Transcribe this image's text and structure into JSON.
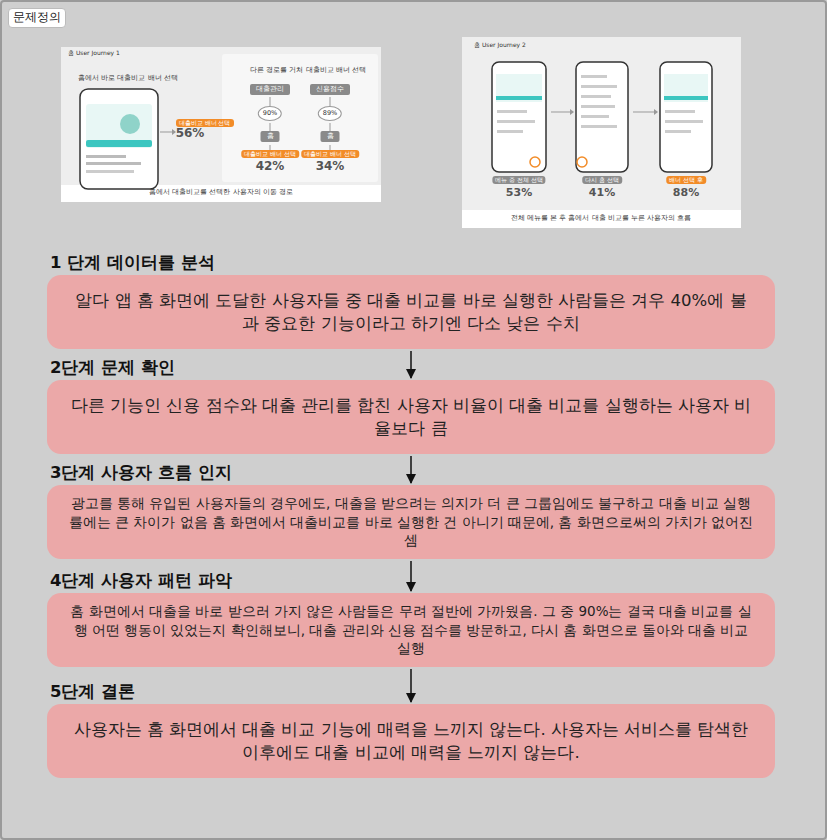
{
  "diagram": {
    "title": "문제정의",
    "nodes": [
      {
        "text": [
          "1 단계 데이터를 분석",
          "알다 앱 홈 화면에 도달한 사용자들 중 대출 비교를 바로 실행한 사람들은 겨우 40%에 불과 중요한 기능이라고 하기엔 다소 낮은 수치"
        ]
      },
      {
        "text": [
          "2단계 문제 확인",
          "다른 기능인 신용 점수와 대출 관리를 합친 사용자 비율이 대출 비교를 실행하는 사용자 비율보다 큼"
        ]
      },
      {
        "text": [
          "3단계 사용자 흐름 인지",
          "광고를 통해 유입된 사용자들의 경우에도, 대출을 받으려는 의지가 더 큰 그룹임에도 불구하고 대출 비교 실행률에는 큰 차이가 없음 홈 화면에서 대출비교를 바로 실행한 건 아니기 때문에, 홈 화면으로써의 가치가 없어진 셈"
        ]
      },
      {
        "text": [
          "4단계 사용자 패턴 파악",
          "홈 화면에서 대출을 바로 받으러 가지 않은 사람들은 무려 절반에 가까웠음. 그 중 90%는 결국 대출 비교를 실행 어떤 행동이 있었는지 확인해보니, 대출 관리와 신용 점수를 방문하고, 다시 홈 화면으로 돌아와 대출 비교 실행"
        ]
      },
      {
        "text": [
          "5단계 결론",
          "사용자는 홈 화면에서 대출 비교 기능에 매력을 느끼지 않는다. 사용자는 서비스를 탐색한 이후에도 대출 비교에 매력을 느끼지 않는다."
        ]
      }
    ],
    "edges": [
      {
        "from": 0,
        "to": 1,
        "arrow": "to"
      },
      {
        "from": 1,
        "to": 2,
        "arrow": "to"
      },
      {
        "from": 2,
        "to": 3,
        "arrow": "to"
      },
      {
        "from": 3,
        "to": 4,
        "arrow": "to"
      }
    ],
    "labels": [
      "홈 User Journey 1",
      "홈에서 바로 대출비교 배너 선택",
      "대출비교 배너 선택",
      "56%",
      "다른 경로를 거쳐 대출비교 배너 선택",
      "대출관리",
      "신용점수",
      "90%",
      "89%",
      "홈",
      "홈",
      "대출비교 배너 선택",
      "대출비교 배너 선택",
      "42%",
      "34%",
      "홈에서 대출비교를 선택한 사용자의 이동 경로",
      "홈 User Journey 2",
      "메뉴 중 전체 선택",
      "53%",
      "다시 홈 선택",
      "41%",
      "배너 선택 후",
      "88%",
      "전체 메뉴를 본 후 홈에서 대출 비교를 누른 사용자의 흐름"
    ]
  }
}
